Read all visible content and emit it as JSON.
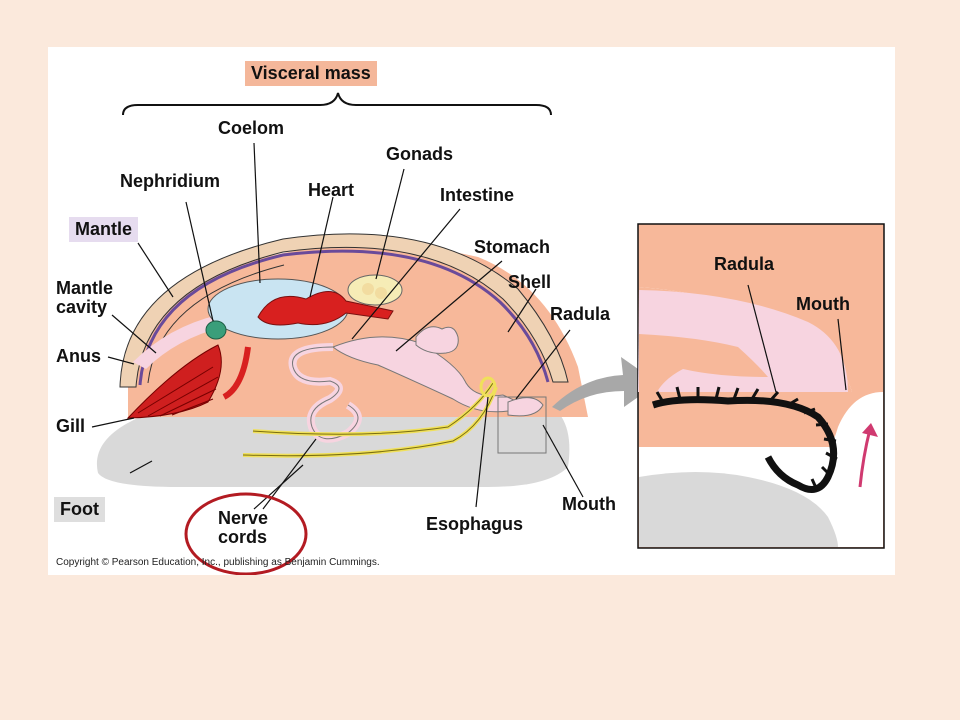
{
  "labels": {
    "visceral_mass": "Visceral mass",
    "coelom": "Coelom",
    "gonads": "Gonads",
    "nephridium": "Nephridium",
    "heart": "Heart",
    "intestine": "Intestine",
    "mantle": "Mantle",
    "stomach": "Stomach",
    "mantle_cavity": "Mantle cavity",
    "shell": "Shell",
    "radula": "Radula",
    "anus": "Anus",
    "gill": "Gill",
    "foot": "Foot",
    "nerve_cords": "Nerve cords",
    "esophagus": "Esophagus",
    "mouth": "Mouth",
    "inset_radula": "Radula",
    "inset_mouth": "Mouth"
  },
  "copyright": "Copyright © Pearson Education, Inc., publishing as Benjamin Cummings.",
  "colors": {
    "page_background": "#fbe9dc",
    "label_box_orange": "#f4b79a",
    "label_box_purple": "#e6dcef",
    "label_box_gray": "#dedede",
    "visceral_body": "#f7b89a",
    "foot": "#d9d9d9",
    "shell": "#efd2b4",
    "mantle_line": "#6a4a9a",
    "coelom": "#c9e4f2",
    "heart": "#d8201f",
    "gill": "#cf1f1f",
    "nerve_cords": "#f0e05a",
    "digestive_tract": "#f7d4e0",
    "highlight_circle": "#b31b22",
    "arrow_gray": "#a8a8a8",
    "radula_black": "#111111",
    "radula_arrow": "#d03a70"
  }
}
